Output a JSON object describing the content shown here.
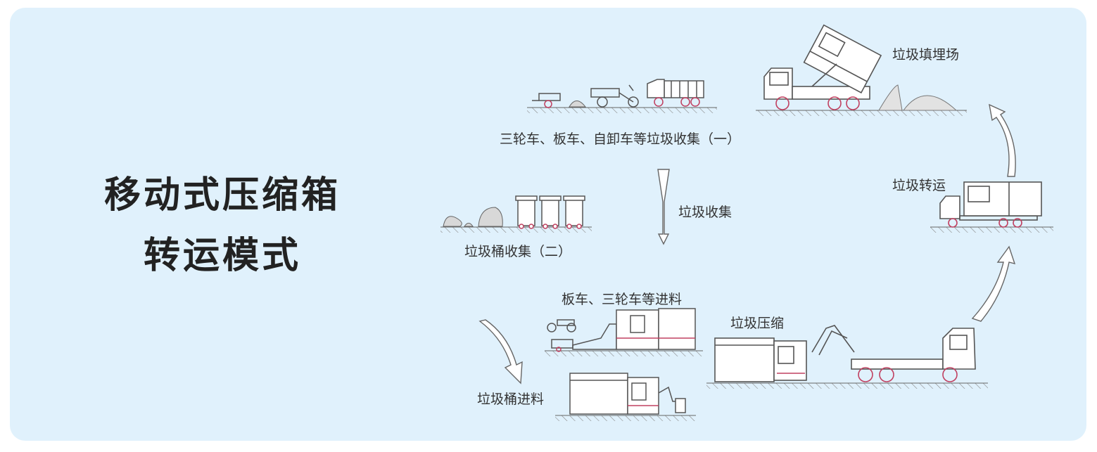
{
  "title": {
    "line1": "移动式压缩箱",
    "line2": "转运模式"
  },
  "labels": {
    "landfill": "垃圾填埋场",
    "collect_1": "三轮车、板车、自卸车等垃圾收集（一）",
    "collection": "垃圾收集",
    "bin_collect_2": "垃圾桶收集（二）",
    "transfer": "垃圾转运",
    "cart_feed": "板车、三轮车等进料",
    "compression": "垃圾压缩",
    "bin_feed": "垃圾桶进料"
  },
  "colors": {
    "panel": "#e0f1fc",
    "title": "#222222",
    "line": "#555555",
    "accent": "#c04060"
  }
}
